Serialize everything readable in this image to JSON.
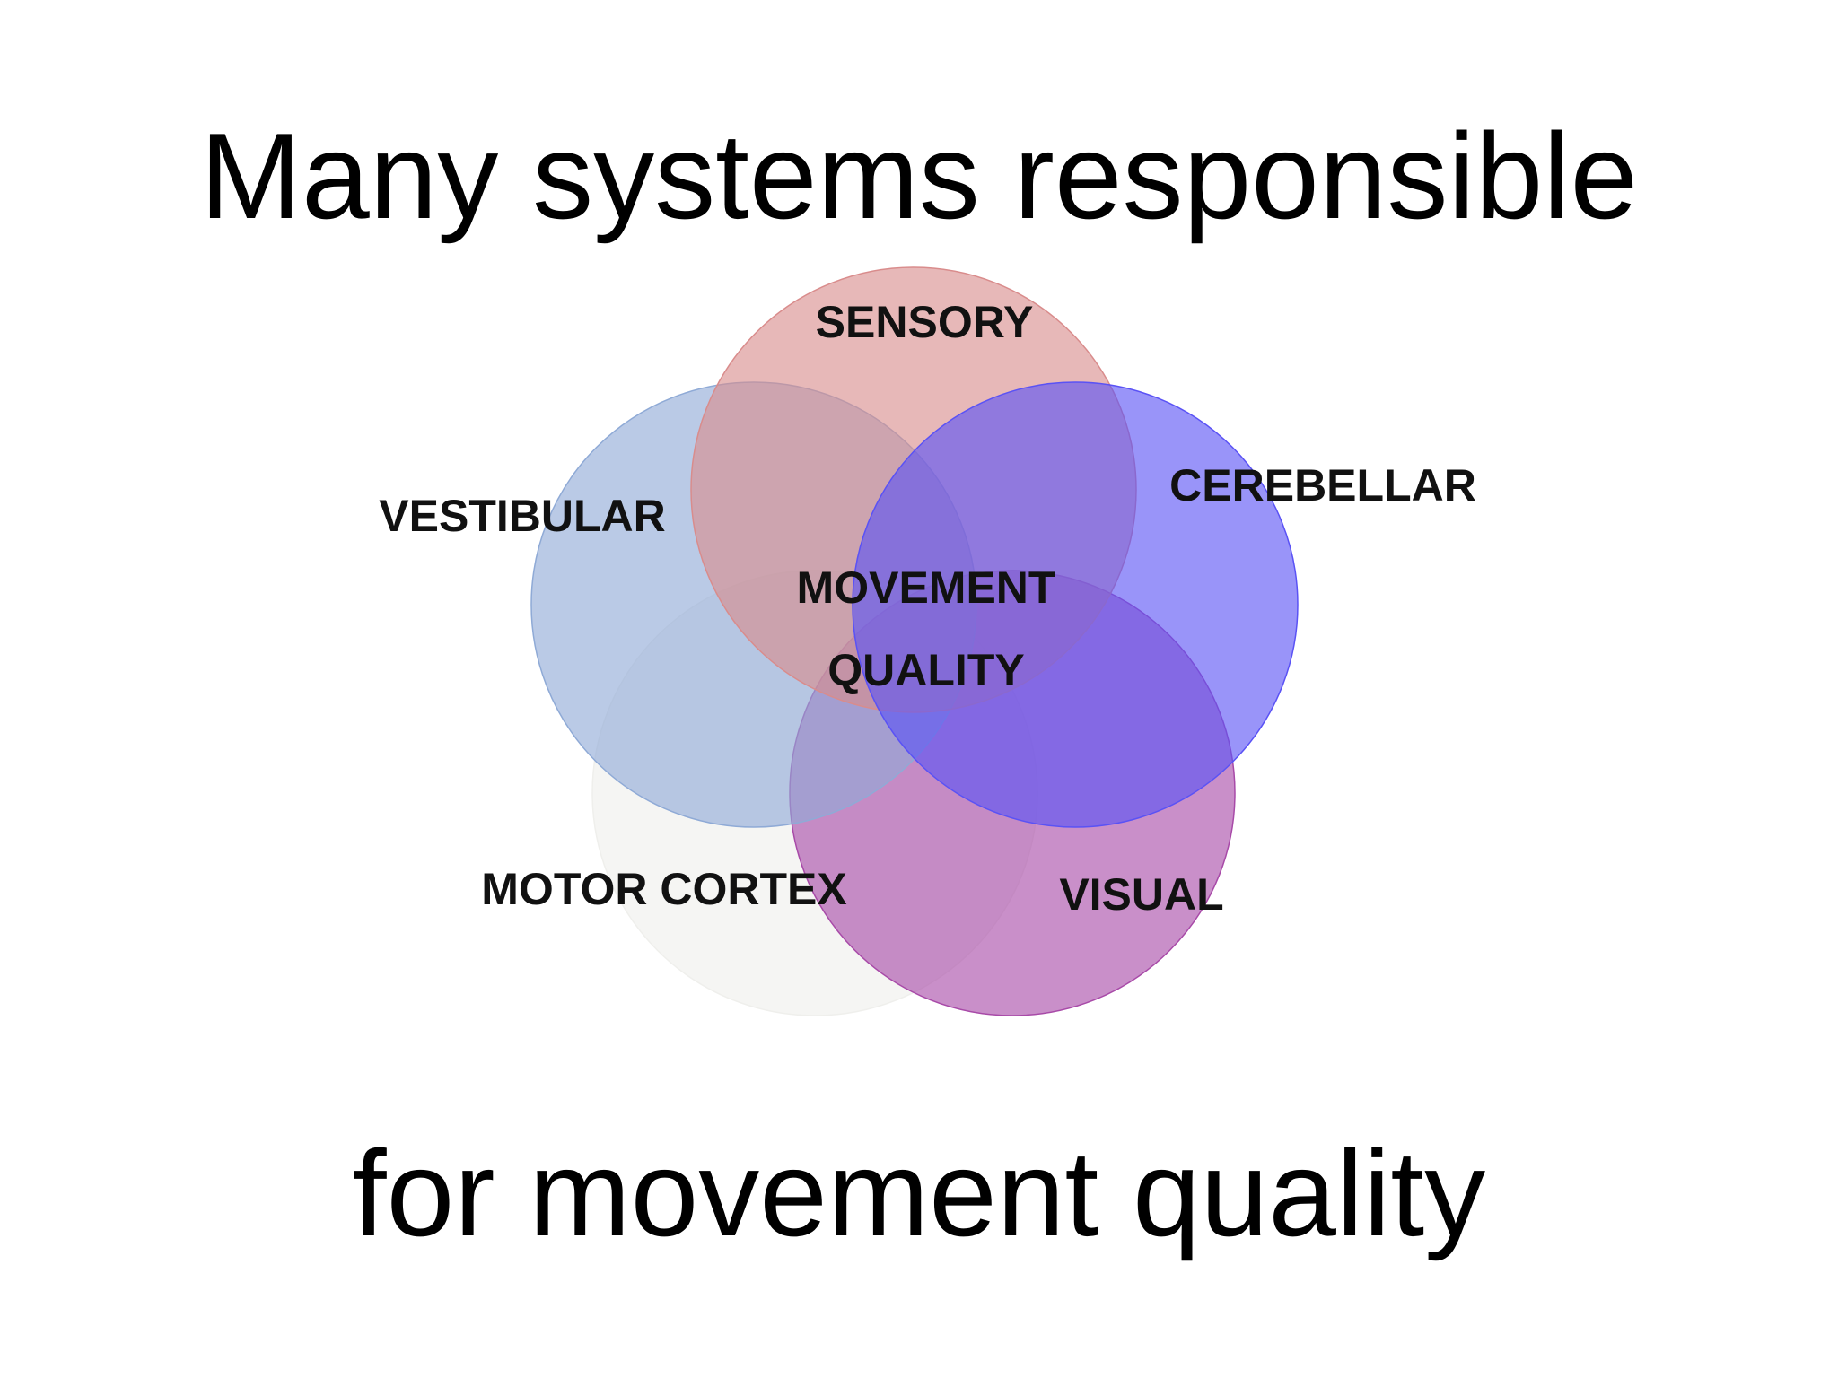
{
  "title": {
    "line1": "Many systems responsible",
    "line2": "for movement quality"
  },
  "diagram": {
    "center_label_line1": "MOVEMENT",
    "center_label_line2": "QUALITY",
    "systems": [
      {
        "label": "SENSORY",
        "color": "#d98c8c"
      },
      {
        "label": "VESTIBULAR",
        "color": "#8faad6"
      },
      {
        "label": "CEREBELLAR",
        "color": "#5a52f5"
      },
      {
        "label": "MOTOR CORTEX",
        "color": "#efefec"
      },
      {
        "label": "VISUAL",
        "color": "#a84aa8"
      }
    ]
  }
}
